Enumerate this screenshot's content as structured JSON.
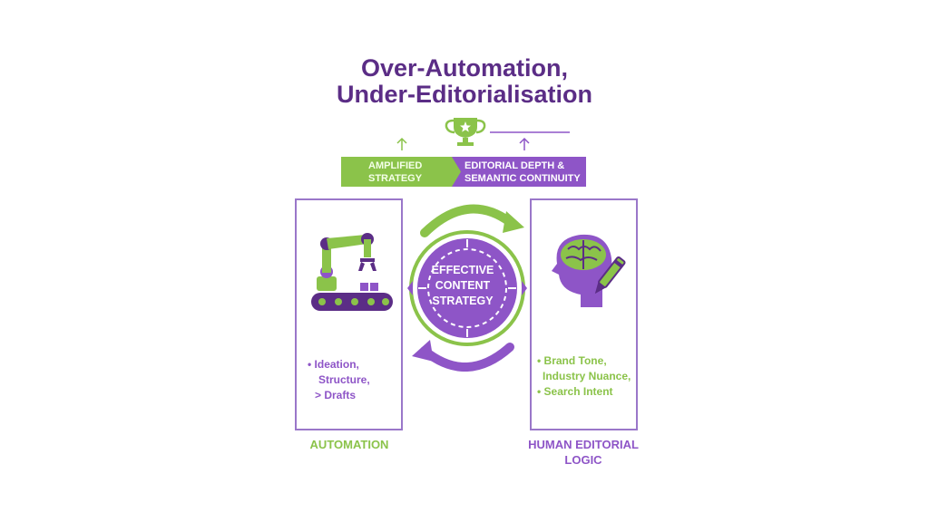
{
  "title": {
    "line1": "Over-Automation,",
    "line2": "Under-Editorialisation"
  },
  "banner": {
    "left_line1": "AMPLIFIED",
    "left_line2": "STRATEGY",
    "right_line1": "EDITORIAL DEPTH &",
    "right_line2": "SEMANTIC CONTINUITY"
  },
  "center": {
    "line1": "EFFECTIVE",
    "line2": "CONTENT",
    "line3": "STRATEGY"
  },
  "automation": {
    "items": [
      "• Ideation,",
      "Structure,",
      "> Drafts"
    ],
    "caption": "AUTOMATION"
  },
  "human": {
    "items": [
      "• Brand Tone,",
      "Industry Nuance,",
      "• Search Intent"
    ],
    "caption_line1": "HUMAN EDITORIAL",
    "caption_line2": "LOGIC"
  },
  "colors": {
    "purple_dark": "#5b2d86",
    "purple": "#8e55c7",
    "green": "#8bc34a"
  },
  "icons": [
    "trophy-icon",
    "robot-arm-icon",
    "brain-head-icon",
    "pen-icon",
    "up-arrow-icon",
    "cycle-arrow-icon"
  ]
}
